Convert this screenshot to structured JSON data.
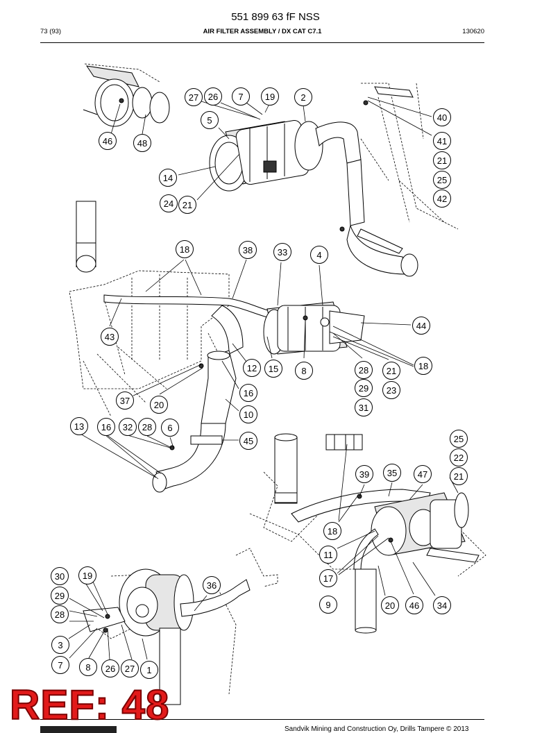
{
  "header": {
    "doc_number": "551 899 63 fF NSS",
    "page": "73 (93)",
    "title": "AIR FILTER ASSEMBLY / DX CAT C7.1",
    "date": "130620"
  },
  "footer": {
    "copyright": "Sandvik Mining and Construction Oy, Drills Tampere © 2013"
  },
  "stamp": {
    "label": "REF: 48"
  },
  "callouts": [
    {
      "id": "c-27a",
      "label": "27"
    },
    {
      "id": "c-26a",
      "label": "26"
    },
    {
      "id": "c-7a",
      "label": "7"
    },
    {
      "id": "c-19a",
      "label": "19"
    },
    {
      "id": "c-2",
      "label": "2"
    },
    {
      "id": "c-5",
      "label": "5"
    },
    {
      "id": "c-40",
      "label": "40"
    },
    {
      "id": "c-41",
      "label": "41"
    },
    {
      "id": "c-21a",
      "label": "21"
    },
    {
      "id": "c-25a",
      "label": "25"
    },
    {
      "id": "c-42",
      "label": "42"
    },
    {
      "id": "c-46a",
      "label": "46"
    },
    {
      "id": "c-48",
      "label": "48"
    },
    {
      "id": "c-14",
      "label": "14"
    },
    {
      "id": "c-24",
      "label": "24"
    },
    {
      "id": "c-21b",
      "label": "21"
    },
    {
      "id": "c-18a",
      "label": "18"
    },
    {
      "id": "c-38",
      "label": "38"
    },
    {
      "id": "c-33",
      "label": "33"
    },
    {
      "id": "c-4",
      "label": "4"
    },
    {
      "id": "c-44",
      "label": "44"
    },
    {
      "id": "c-43",
      "label": "43"
    },
    {
      "id": "c-18b",
      "label": "18"
    },
    {
      "id": "c-12",
      "label": "12"
    },
    {
      "id": "c-15",
      "label": "15"
    },
    {
      "id": "c-8a",
      "label": "8"
    },
    {
      "id": "c-28a",
      "label": "28"
    },
    {
      "id": "c-21c",
      "label": "21"
    },
    {
      "id": "c-29a",
      "label": "29"
    },
    {
      "id": "c-23",
      "label": "23"
    },
    {
      "id": "c-31",
      "label": "31"
    },
    {
      "id": "c-16a",
      "label": "16"
    },
    {
      "id": "c-37",
      "label": "37"
    },
    {
      "id": "c-20a",
      "label": "20"
    },
    {
      "id": "c-10",
      "label": "10"
    },
    {
      "id": "c-13",
      "label": "13"
    },
    {
      "id": "c-16b",
      "label": "16"
    },
    {
      "id": "c-32",
      "label": "32"
    },
    {
      "id": "c-28b",
      "label": "28"
    },
    {
      "id": "c-6",
      "label": "6"
    },
    {
      "id": "c-45",
      "label": "45"
    },
    {
      "id": "c-25b",
      "label": "25"
    },
    {
      "id": "c-22",
      "label": "22"
    },
    {
      "id": "c-39",
      "label": "39"
    },
    {
      "id": "c-35",
      "label": "35"
    },
    {
      "id": "c-47",
      "label": "47"
    },
    {
      "id": "c-21d",
      "label": "21"
    },
    {
      "id": "c-18c",
      "label": "18"
    },
    {
      "id": "c-11",
      "label": "11"
    },
    {
      "id": "c-17",
      "label": "17"
    },
    {
      "id": "c-9",
      "label": "9"
    },
    {
      "id": "c-20b",
      "label": "20"
    },
    {
      "id": "c-46b",
      "label": "46"
    },
    {
      "id": "c-34",
      "label": "34"
    },
    {
      "id": "c-30",
      "label": "30"
    },
    {
      "id": "c-19b",
      "label": "19"
    },
    {
      "id": "c-29b",
      "label": "29"
    },
    {
      "id": "c-28c",
      "label": "28"
    },
    {
      "id": "c-36",
      "label": "36"
    },
    {
      "id": "c-3",
      "label": "3"
    },
    {
      "id": "c-7b",
      "label": "7"
    },
    {
      "id": "c-8b",
      "label": "8"
    },
    {
      "id": "c-26b",
      "label": "26"
    },
    {
      "id": "c-27b",
      "label": "27"
    },
    {
      "id": "c-1",
      "label": "1"
    }
  ]
}
